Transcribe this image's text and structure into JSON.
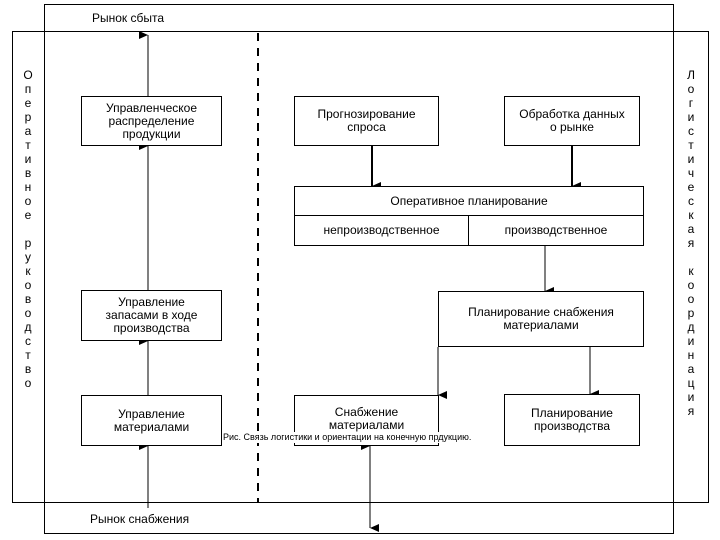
{
  "market_sales": "Рынок сбыта",
  "market_supply": "Рынок снабжения",
  "left_vertical": "О\nп\nе\nр\nа\nт\nи\nв\nн\nо\nе\n \nр\nу\nк\nо\nв\nо\nд\nс\nт\nв\nо",
  "right_vertical": "Л\nо\nг\nи\nс\nт\nи\nч\nе\nс\nк\nа\nя\n \nк\nо\nо\nр\nд\nи\nн\nа\nц\nи\nя",
  "boxes": {
    "distribution": "Управленческое\nраспределение\nпродукции",
    "inventory": "Управление\nзапасами в ходе\nпроизводства",
    "materials": "Управление\nматериалами",
    "forecast": "Прогнозирование\nспроса",
    "market_data": "Обработка данных\nо рынке",
    "operative_planning": "Оперативное планирование",
    "nonproduction": "непроизводственное",
    "production": "производственное",
    "supply_planning": "Планирование снабжения\nматериалами",
    "supply": "Снабжение\nматериалами",
    "production_planning": "Планирование\nпроизводства"
  },
  "caption": "Рис. Связь логистики и ориентации на конечную прдукцию."
}
